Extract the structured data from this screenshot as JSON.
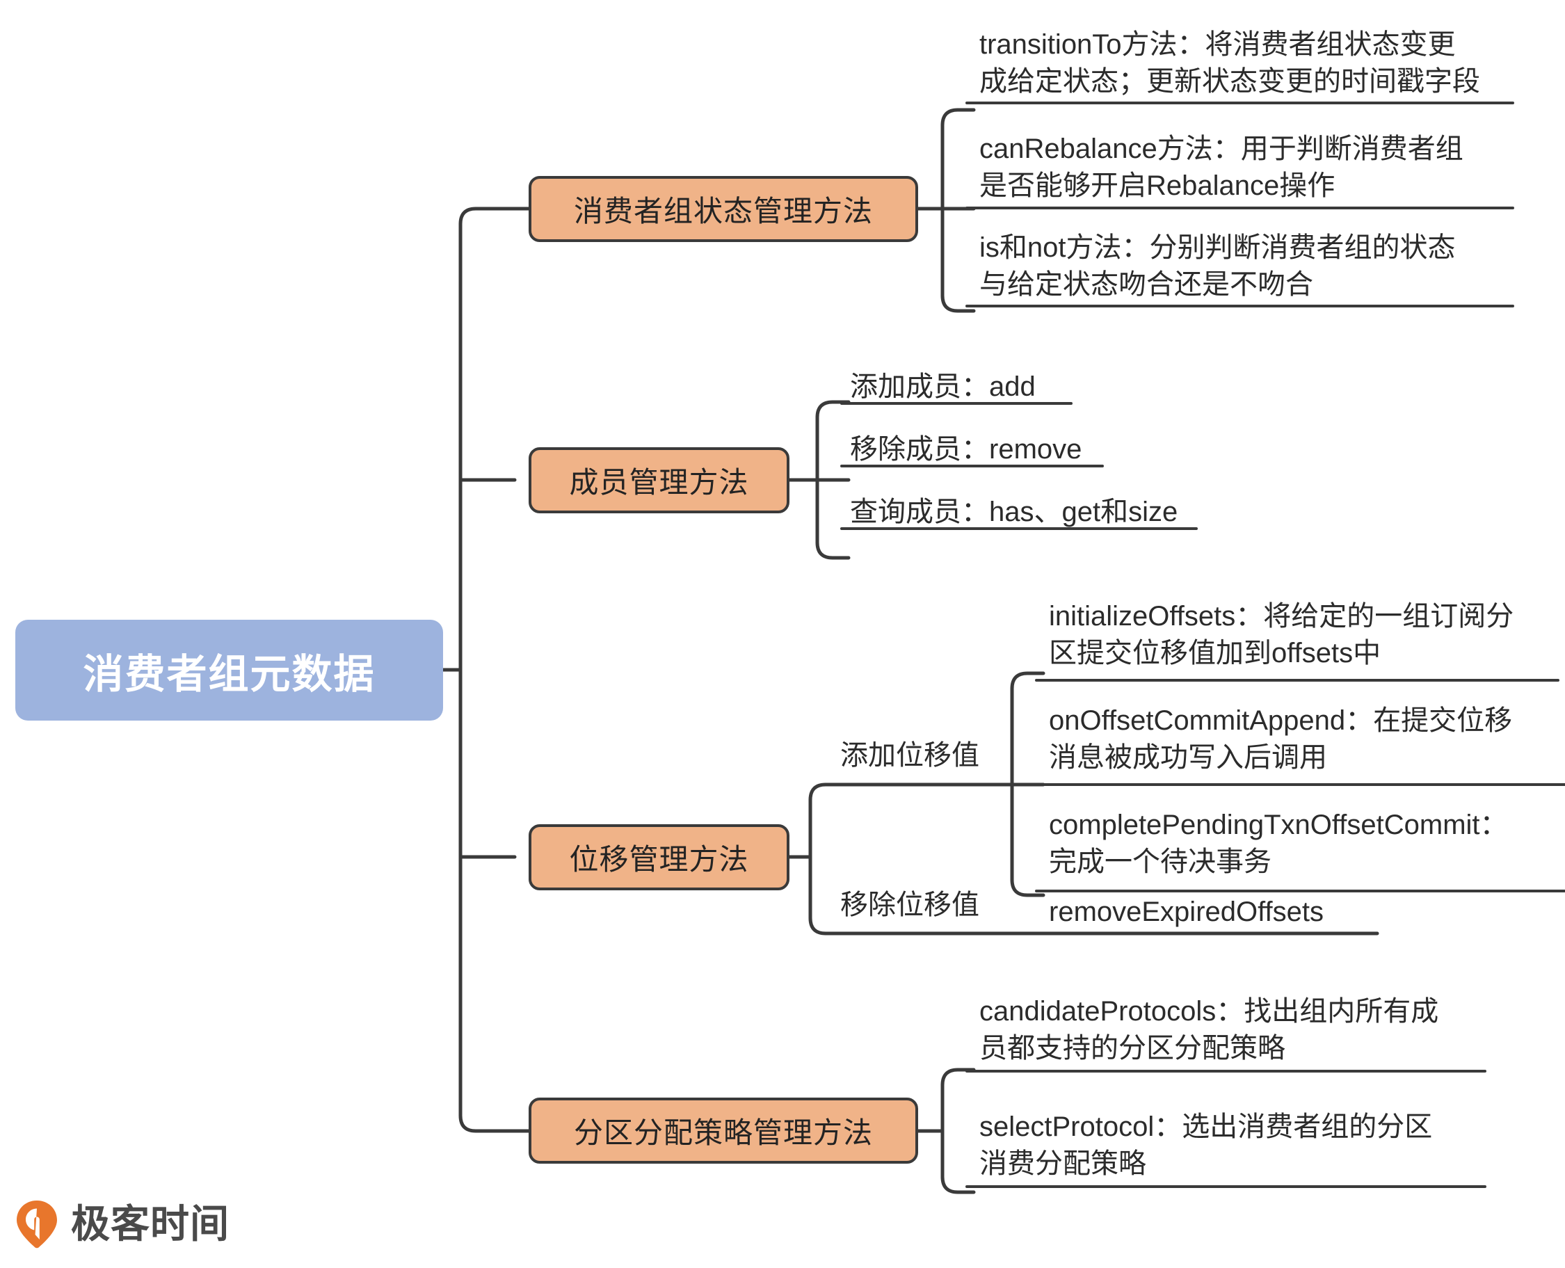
{
  "diagram": {
    "type": "mindmap",
    "root": {
      "label": "消费者组元数据",
      "color": "#9db3de",
      "text_color": "#ffffff"
    },
    "branch_color": "#f0b388",
    "branch_border_color": "#3a3a3a",
    "line_color": "#3a3a3a",
    "branches": [
      {
        "label": "消费者组状态管理方法",
        "leaves": [
          "transitionTo方法：将消费者组状态变更\n成给定状态；更新状态变更的时间戳字段",
          "canRebalance方法：用于判断消费者组\n是否能够开启Rebalance操作",
          "is和not方法：分别判断消费者组的状态\n与给定状态吻合还是不吻合"
        ]
      },
      {
        "label": "成员管理方法",
        "leaves": [
          "添加成员：add",
          "移除成员：remove",
          "查询成员：has、get和size"
        ]
      },
      {
        "label": "位移管理方法",
        "groups": [
          {
            "label": "添加位移值",
            "leaves": [
              "initializeOffsets：将给定的一组订阅分\n区提交位移值加到offsets中",
              "onOffsetCommitAppend：在提交位移\n消息被成功写入后调用",
              "completePendingTxnOffsetCommit：\n完成一个待决事务"
            ]
          },
          {
            "label": "移除位移值",
            "leaves": [
              "removeExpiredOffsets"
            ]
          }
        ]
      },
      {
        "label": "分区分配策略管理方法",
        "leaves": [
          "candidateProtocols：找出组内所有成\n员都支持的分区分配策略",
          "selectProtocol：选出消费者组的分区\n消费分配策略"
        ]
      }
    ]
  },
  "footer": {
    "logo_text": "极客时间",
    "logo_icon": "location-pin-icon",
    "logo_color": "#e8762c"
  }
}
